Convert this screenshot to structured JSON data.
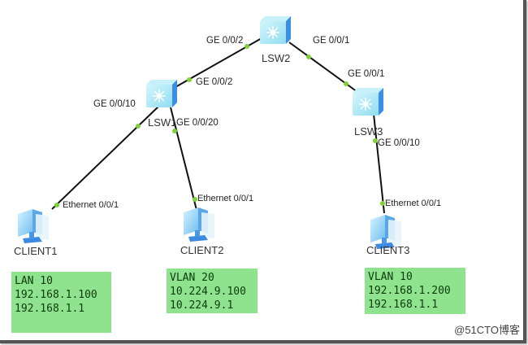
{
  "colors": {
    "link": "#111111",
    "port_dot": "#7fd13b",
    "switch_face": "#a8e6f5",
    "switch_side": "#3b8fe0",
    "note_bg": "#8fe38f",
    "note_text": "#0b3b0b"
  },
  "devices": {
    "lsw1": {
      "name": "LSW1"
    },
    "lsw2": {
      "name": "LSW2"
    },
    "lsw3": {
      "name": "LSW3"
    },
    "client1": {
      "name": "CLIENT1"
    },
    "client2": {
      "name": "CLIENT2"
    },
    "client3": {
      "name": "CLIENT3"
    }
  },
  "ports": {
    "lsw2_to_lsw1": "GE 0/0/2",
    "lsw1_to_lsw2": "GE 0/0/2",
    "lsw2_to_lsw3": "GE 0/0/1",
    "lsw3_to_lsw2": "GE 0/0/1",
    "lsw1_to_client1": "GE 0/0/10",
    "lsw1_to_client2": "GE 0/0/20",
    "lsw3_to_client3": "GE 0/0/10",
    "client1_eth": "Ethernet 0/0/1",
    "client2_eth": "Ethernet 0/0/1",
    "client3_eth": "Ethernet 0/0/1"
  },
  "notes": {
    "client1": [
      "LAN 10",
      "192.168.1.100",
      "192.168.1.1"
    ],
    "client2": [
      "VLAN 20",
      "10.224.9.100",
      "10.224.9.1"
    ],
    "client3": [
      "VLAN 10",
      "192.168.1.200",
      "192.168.1.1"
    ]
  },
  "watermark": "@51CTO博客"
}
